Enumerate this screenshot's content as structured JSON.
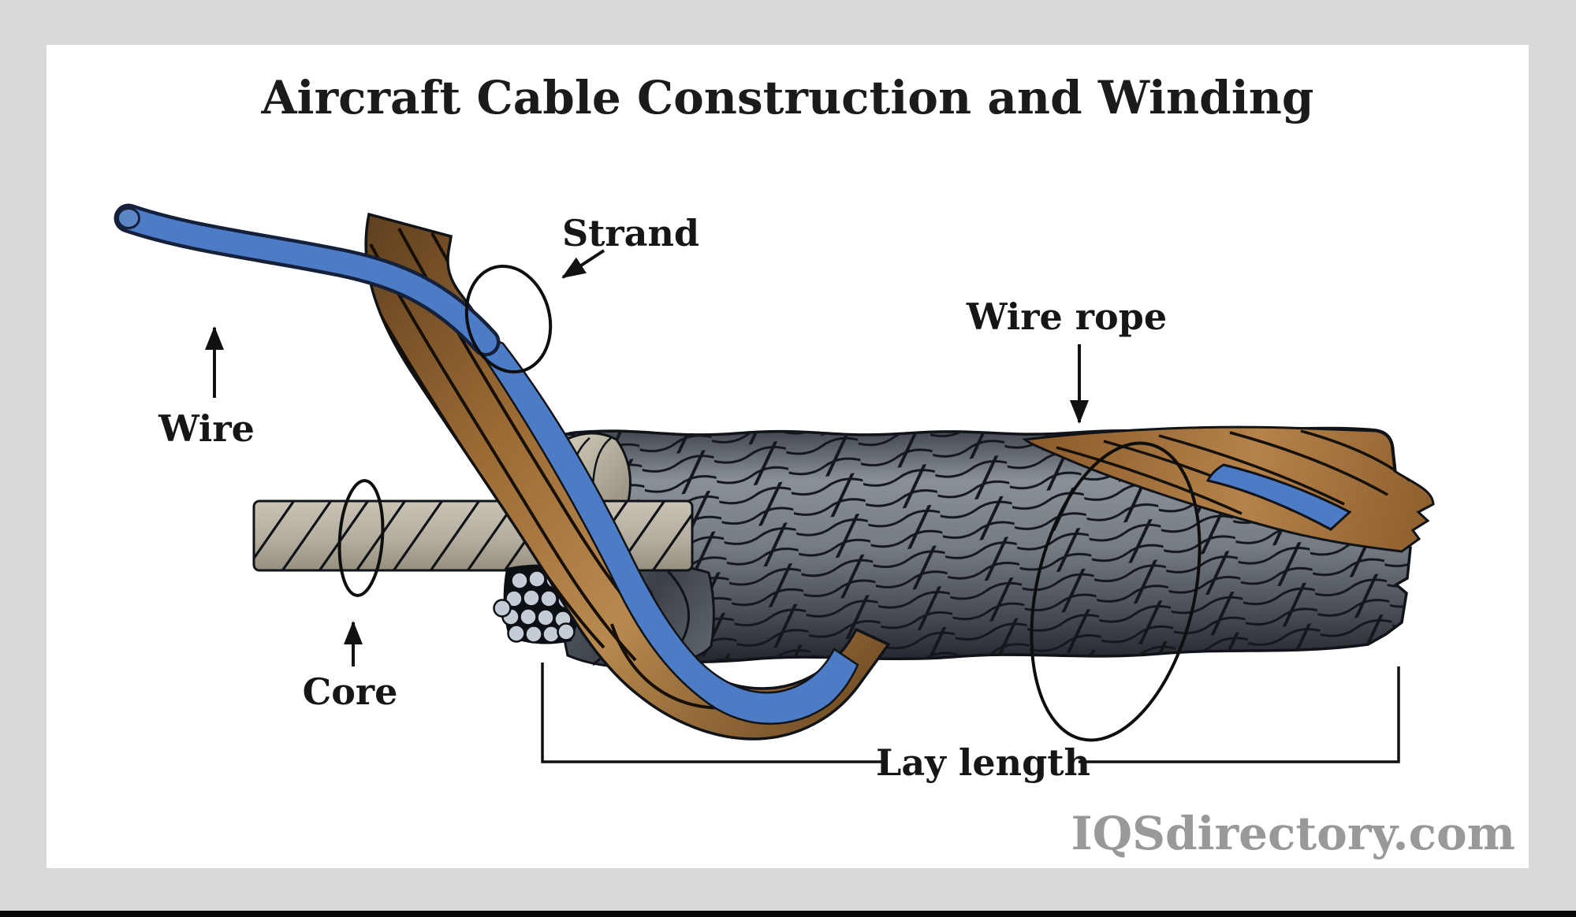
{
  "title": "Aircraft Cable Construction and Winding",
  "watermark": "IQSdirectory.com",
  "labels": {
    "wire": "Wire",
    "strand": "Strand",
    "wire_rope": "Wire rope",
    "core": "Core",
    "lay_length": "Lay length"
  },
  "parts": [
    {
      "id": "wire",
      "label": "Wire",
      "color": "#4d7cc7"
    },
    {
      "id": "strand",
      "label": "Strand",
      "color": "#9c6b35"
    },
    {
      "id": "wire_rope",
      "label": "Wire rope",
      "color": "#767c84"
    },
    {
      "id": "core",
      "label": "Core",
      "color": "#b3ae9f"
    },
    {
      "id": "lay_length",
      "label": "Lay length"
    }
  ],
  "colors": {
    "frame": "#d9d9d9",
    "canvas": "#ffffff",
    "title_text": "#1b1b1b",
    "label_text": "#161616",
    "watermark_text": "#999999",
    "wire_blue": "#4d7cc7",
    "wire_outline": "#15203a",
    "strand_brown": "#9c6b35",
    "rope_gray": "#767c84",
    "core_beige": "#b3ae9f",
    "cross_section_wire": "#c4cdd5",
    "outline": "#101318"
  }
}
